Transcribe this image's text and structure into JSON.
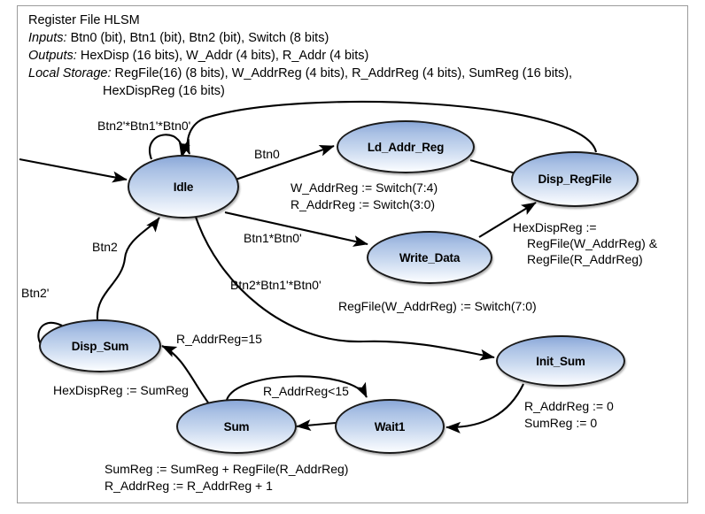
{
  "header": {
    "title": "Register File HLSM",
    "inputs_label": "Inputs:",
    "inputs_value": "Btn0 (bit), Btn1 (bit), Btn2 (bit), Switch (8 bits)",
    "outputs_label": "Outputs:",
    "outputs_value": "HexDisp (16 bits), W_Addr (4 bits), R_Addr (4 bits)",
    "storage_label": "Local Storage:",
    "storage_value": "RegFile(16) (8 bits), W_AddrReg (4 bits), R_AddrReg (4 bits), SumReg (16 bits),",
    "storage_value2": "HexDispReg (16 bits)"
  },
  "states": [
    {
      "id": "idle",
      "name": "Idle"
    },
    {
      "id": "ld_addr_reg",
      "name": "Ld_Addr_Reg"
    },
    {
      "id": "disp_regfile",
      "name": "Disp_RegFile"
    },
    {
      "id": "write_data",
      "name": "Write_Data"
    },
    {
      "id": "disp_sum",
      "name": "Disp_Sum"
    },
    {
      "id": "init_sum",
      "name": "Init_Sum"
    },
    {
      "id": "sum",
      "name": "Sum"
    },
    {
      "id": "wait1",
      "name": "Wait1"
    }
  ],
  "transitions": [
    {
      "id": "idle-self",
      "from": "Idle",
      "to": "Idle",
      "label": "Btn2'*Btn1'*Btn0'"
    },
    {
      "id": "idle-ld",
      "from": "Idle",
      "to": "Ld_Addr_Reg",
      "label": "Btn0"
    },
    {
      "id": "ld-disp",
      "from": "Ld_Addr_Reg",
      "to": "Disp_RegFile",
      "label": ""
    },
    {
      "id": "disp-idle",
      "from": "Disp_RegFile",
      "to": "Idle",
      "label": ""
    },
    {
      "id": "idle-write",
      "from": "Idle",
      "to": "Write_Data",
      "label": "Btn1*Btn0'"
    },
    {
      "id": "write-disp",
      "from": "Write_Data",
      "to": "Disp_RegFile",
      "label": ""
    },
    {
      "id": "idle-init",
      "from": "Idle",
      "to": "Init_Sum",
      "label": "Btn2*Btn1'*Btn0'"
    },
    {
      "id": "dispsum-idle",
      "from": "Disp_Sum",
      "to": "Idle",
      "label": "Btn2"
    },
    {
      "id": "dispsum-self",
      "from": "Disp_Sum",
      "to": "Disp_Sum",
      "label": "Btn2'"
    },
    {
      "id": "init-wait1",
      "from": "Init_Sum",
      "to": "Wait1",
      "label": ""
    },
    {
      "id": "wait1-sum",
      "from": "Wait1",
      "to": "Sum",
      "label": ""
    },
    {
      "id": "sum-wait1",
      "from": "Sum",
      "to": "Wait1",
      "label": "R_AddrReg<15"
    },
    {
      "id": "sum-dispsum",
      "from": "Sum",
      "to": "Disp_Sum",
      "label": "R_AddrReg=15"
    }
  ],
  "actions": {
    "ld_addr_reg_1": "W_AddrReg := Switch(7:4)",
    "ld_addr_reg_2": "R_AddrReg := Switch(3:0)",
    "disp_regfile_1": "HexDispReg :=",
    "disp_regfile_2": "RegFile(W_AddrReg) &",
    "disp_regfile_3": "RegFile(R_AddrReg)",
    "write_data_1": "RegFile(W_AddrReg) := Switch(7:0)",
    "disp_sum_1": "HexDispReg := SumReg",
    "init_sum_1": "R_AddrReg := 0",
    "init_sum_2": "SumReg := 0",
    "sum_1": "SumReg := SumReg + RegFile(R_AddrReg)",
    "sum_2": "R_AddrReg := R_AddrReg + 1"
  },
  "colors": {
    "state_fill_top": "#8ba8d8",
    "state_fill_bottom": "#fbfdff",
    "state_stroke": "#1a1a1a",
    "edge_stroke": "#000000",
    "frame_border": "#9b9b9b",
    "text": "#000000"
  }
}
